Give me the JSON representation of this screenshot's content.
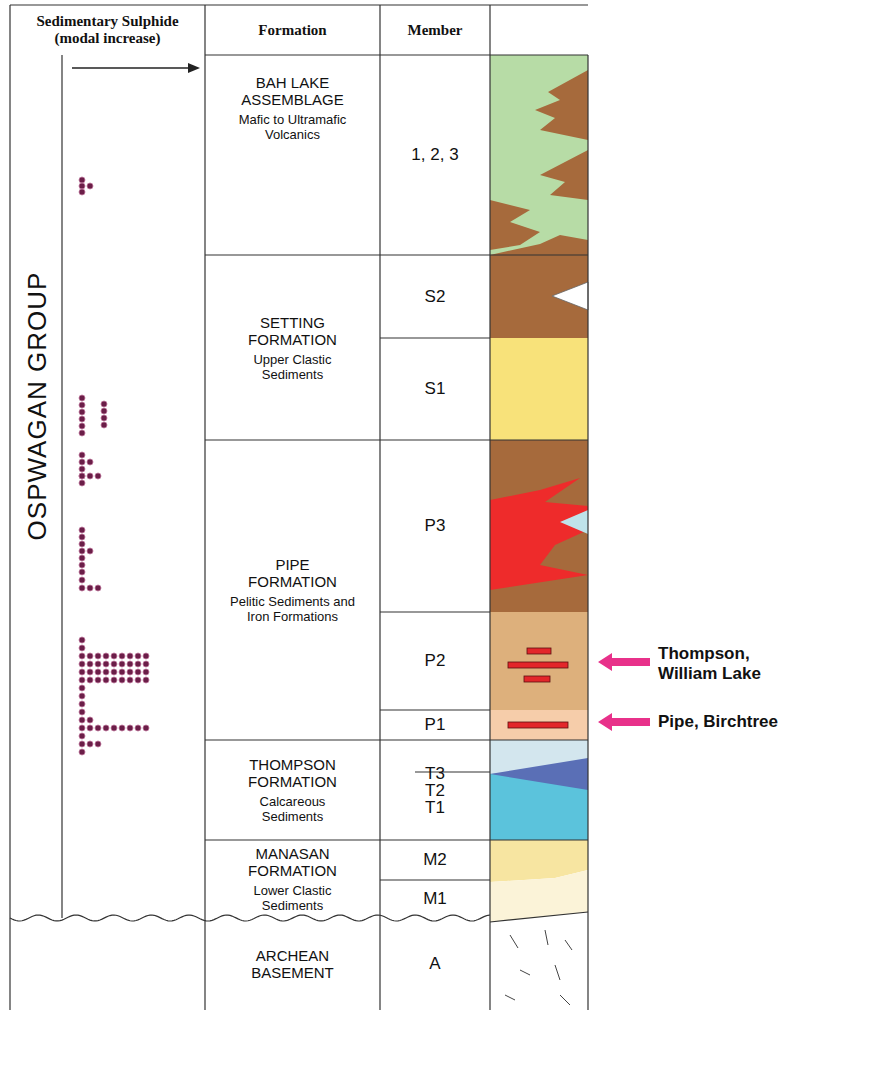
{
  "diagram": {
    "nodes": [
      {
        "text": [
          "Sedimentary Sulphide (modal increase)"
        ]
      },
      {
        "text": [
          "Formation"
        ]
      },
      {
        "text": [
          "Member"
        ]
      },
      {
        "text": [
          "OSPWAGAN GROUP"
        ]
      },
      {
        "text": [
          "BAH LAKE ASSEMBLAGE",
          "Mafic to Ultramafic Volcanics"
        ]
      },
      {
        "text": [
          "1, 2, 3"
        ]
      },
      {
        "text": [
          "SETTING FORMATION",
          "Upper Clastic Sediments"
        ]
      },
      {
        "text": [
          "S2"
        ]
      },
      {
        "text": [
          "S1"
        ]
      },
      {
        "text": [
          "PIPE FORMATION",
          "Pelitic Sediments and Iron Formations"
        ]
      },
      {
        "text": [
          "P3"
        ]
      },
      {
        "text": [
          "P2"
        ]
      },
      {
        "text": [
          "P1"
        ]
      },
      {
        "text": [
          "THOMPSON FORMATION",
          "Calcareous Sediments"
        ]
      },
      {
        "text": [
          "T3",
          "T2",
          "T1"
        ]
      },
      {
        "text": [
          "MANASAN FORMATION",
          "Lower Clastic Sediments"
        ]
      },
      {
        "text": [
          "M2"
        ]
      },
      {
        "text": [
          "M1"
        ]
      },
      {
        "text": [
          "ARCHEAN BASEMENT"
        ]
      },
      {
        "text": [
          "A"
        ]
      }
    ],
    "labels": [
      "Thompson, William Lake",
      "Pipe, Birchtree"
    ]
  }
}
